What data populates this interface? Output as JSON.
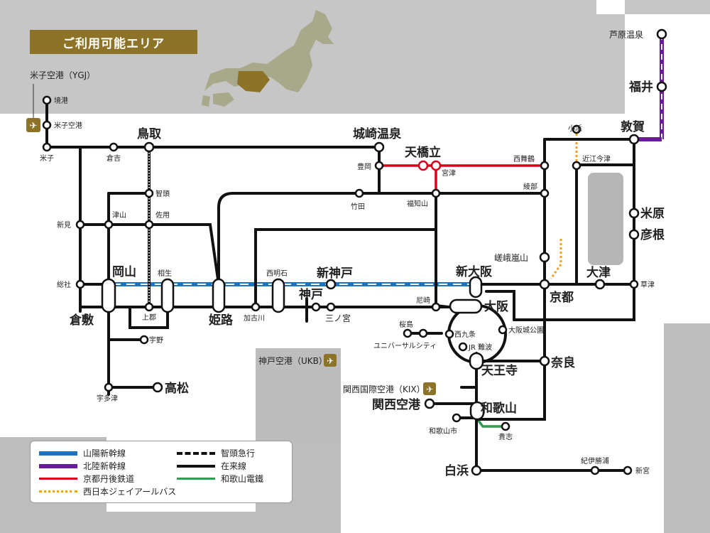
{
  "title": "ご利用可能エリア",
  "colors": {
    "shinkansen_sanyo": "#1e73be",
    "shinkansen_hokuriku": "#6a1b9a",
    "kyotango": "#d6001c",
    "bus": "#f0a020",
    "wakayama_dentetsu": "#2e9c4e",
    "local": "#111111",
    "chizu": "#111111",
    "gold": "#8c7327"
  },
  "stations": {
    "yonago_airport": "米子空港（YGJ）",
    "sakaiminato": "境港",
    "yonagokuko": "米子空港",
    "yonago": "米子",
    "kurayoshi": "倉吉",
    "tottori": "鳥取",
    "kinosaki": "城崎温泉",
    "amanohashidate": "天橋立",
    "toyooka": "豊岡",
    "miyazu": "宮津",
    "nishimaizuru": "西舞鶴",
    "fukuchiyama": "福知山",
    "takeda": "竹田",
    "ayabe": "綾部",
    "chizu": "智頭",
    "sayo": "佐用",
    "tsuyama": "津山",
    "niimi": "新見",
    "soja": "総社",
    "okayama": "岡山",
    "kurashiki": "倉敷",
    "aioi": "相生",
    "kamigori": "上郡",
    "uno": "宇野",
    "udatsu": "宇多津",
    "takamatsu": "高松",
    "himeji": "姫路",
    "kakogawa": "加古川",
    "nishiakashi": "西明石",
    "shinkobe": "新神戸",
    "kobe": "神戸",
    "sannomiya": "三ノ宮",
    "kobe_airport": "神戸空港（UKB）",
    "shinosaka": "新大阪",
    "osaka": "大阪",
    "amagasaki": "尼崎",
    "sakurajima": "桜島",
    "usj": "ユニバーサルシティ",
    "nishikujo": "西九条",
    "osakajokoen": "大阪城公園",
    "jrnamba": "JR 難波",
    "tennoji": "天王寺",
    "kix": "関西国際空港（KIX）",
    "kansaikuko": "関西空港",
    "wakayama": "和歌山",
    "wakayamashi": "和歌山市",
    "kishi": "貴志",
    "shirahama": "白浜",
    "kiikatsuura": "紀伊勝浦",
    "shingu": "新宮",
    "kyoto": "京都",
    "nara": "奈良",
    "saga_arashiyama": "嵯峨嵐山",
    "otsu": "大津",
    "kusatsu": "草津",
    "hikone": "彦根",
    "maibara": "米原",
    "omiimazu": "近江今津",
    "obama": "小浜",
    "tsuruga": "敦賀",
    "fukui": "福井",
    "awaraonsen": "芦原温泉"
  },
  "legend": [
    {
      "label": "山陽新幹線",
      "style": "shinkansen_sanyo"
    },
    {
      "label": "北陸新幹線",
      "style": "shinkansen_hokuriku"
    },
    {
      "label": "京都丹後鉄道",
      "style": "kyotango"
    },
    {
      "label": "西日本ジェイアールバス",
      "style": "bus"
    },
    {
      "label": "智頭急行",
      "style": "chizu"
    },
    {
      "label": "在来線",
      "style": "local"
    },
    {
      "label": "和歌山電鐵",
      "style": "wakayama_dentetsu"
    }
  ]
}
